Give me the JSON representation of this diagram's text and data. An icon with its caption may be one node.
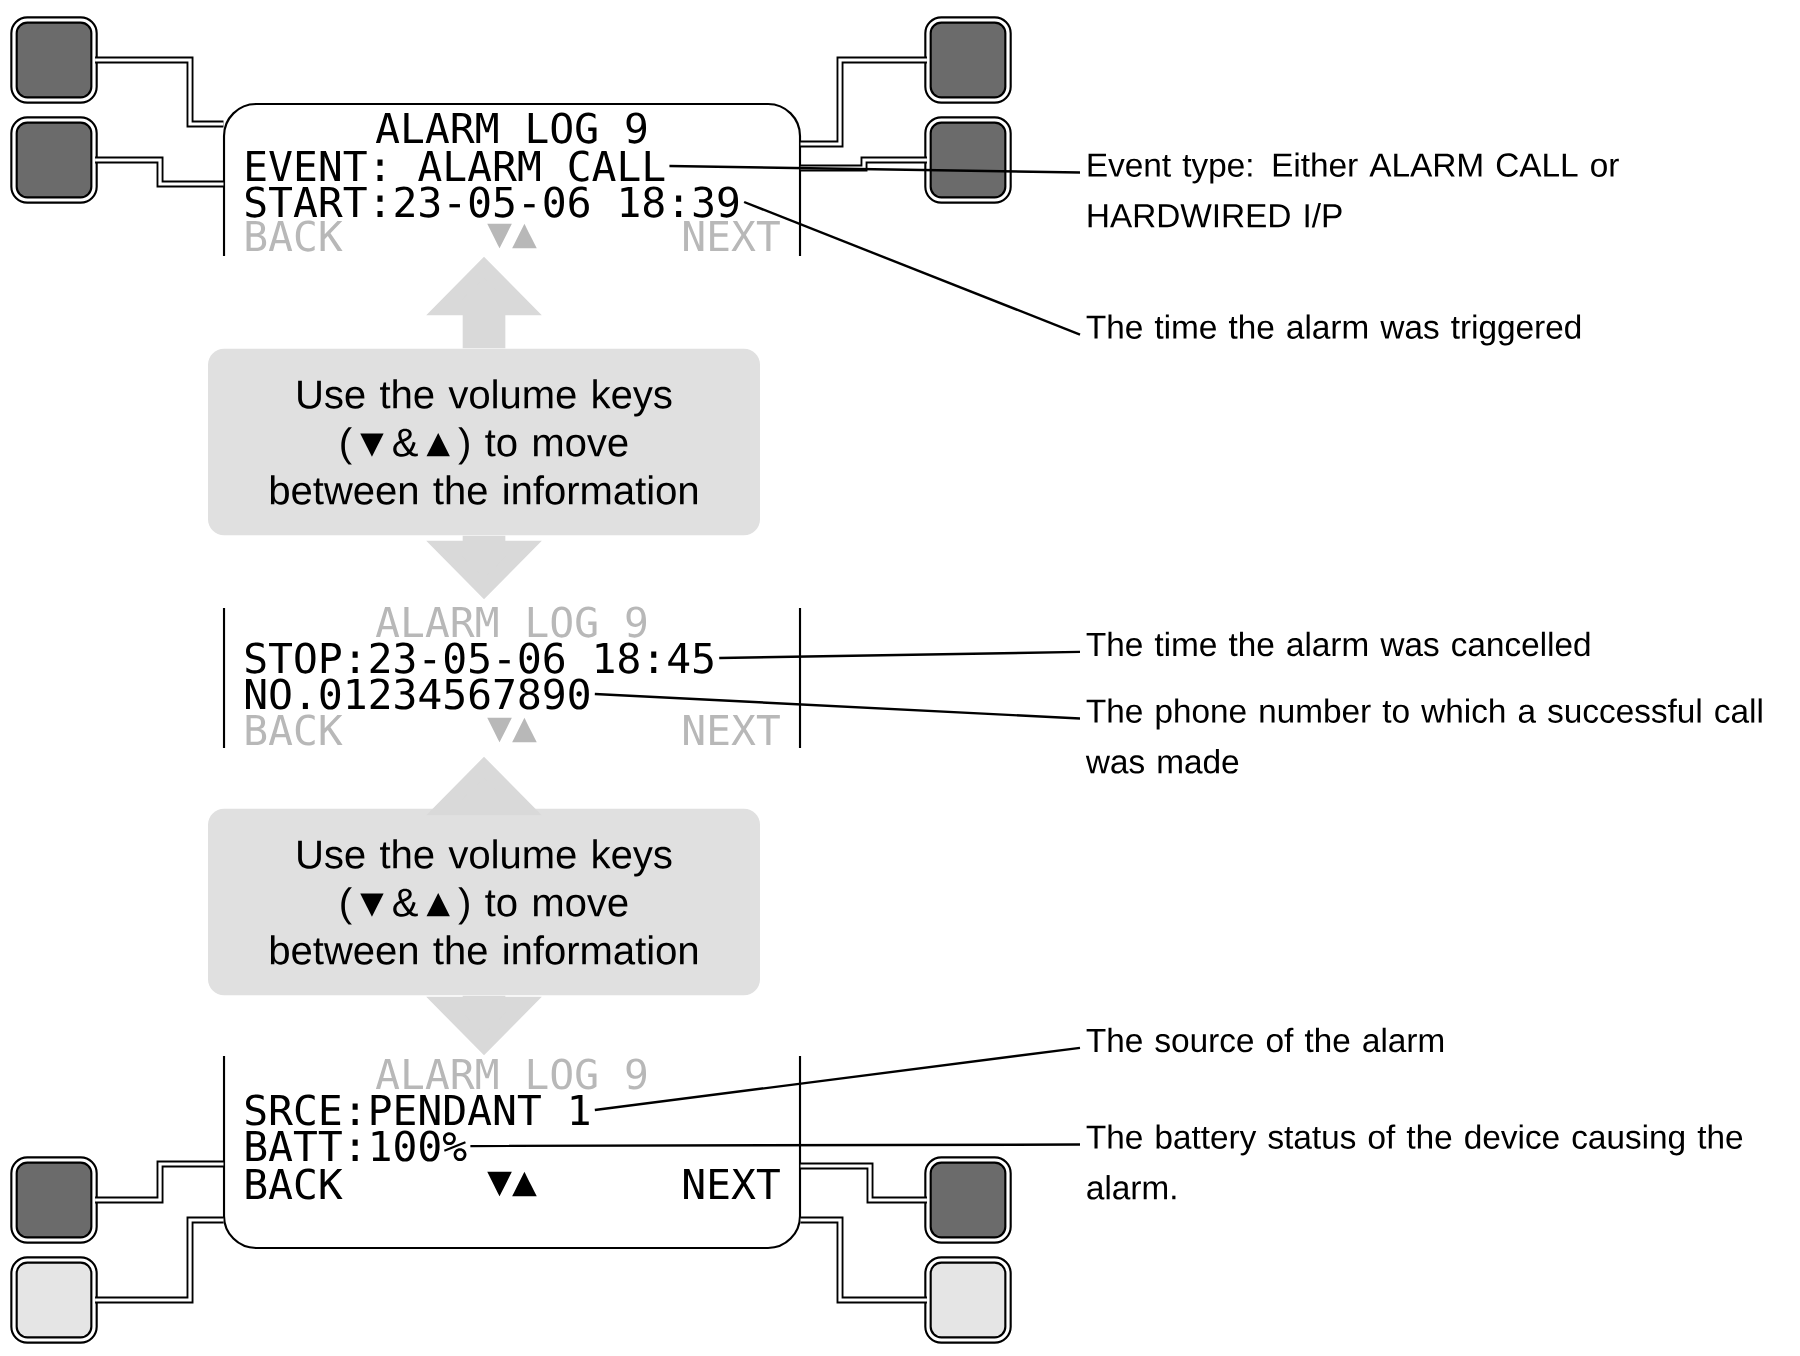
{
  "diagram": {
    "nodes": [
      {
        "text": [],
        "shape": "box"
      },
      {
        "text": [
          "ALARM LOG 9"
        ],
        "in": 0
      },
      {
        "text": [
          "EVENT: ALARM CALL"
        ],
        "in": 0
      },
      {
        "text": [
          "START:23-05-06 18:39"
        ],
        "in": 0
      },
      {
        "text": [
          "BACK"
        ],
        "in": 0
      },
      {
        "text": [
          "▼▲"
        ],
        "in": 0
      },
      {
        "text": [
          "NEXT"
        ],
        "in": 0
      },
      {
        "text": [
          "Use the volume keys (▼&▲) to move between the information"
        ]
      },
      {
        "text": [],
        "shape": "box"
      },
      {
        "text": [
          "ALARM LOG 9"
        ],
        "in": 8
      },
      {
        "text": [
          "STOP:23-05-06 18:45"
        ],
        "in": 8
      },
      {
        "text": [
          "NO.01234567890"
        ],
        "in": 8
      },
      {
        "text": [
          "BACK"
        ],
        "in": 8
      },
      {
        "text": [
          "▼▲"
        ],
        "in": 8
      },
      {
        "text": [
          "NEXT"
        ],
        "in": 8
      },
      {
        "text": [
          "Use the volume keys (▼&▲) to move between the information"
        ]
      },
      {
        "text": [],
        "shape": "box"
      },
      {
        "text": [
          "ALARM LOG 9"
        ],
        "in": 16
      },
      {
        "text": [
          "SRCE:PENDANT 1"
        ],
        "in": 16
      },
      {
        "text": [
          "BATT:100%"
        ],
        "in": 16
      },
      {
        "text": [
          "BACK"
        ],
        "in": 16
      },
      {
        "text": [
          "▼▲"
        ],
        "in": 16
      },
      {
        "text": [
          "NEXT"
        ],
        "in": 16
      },
      {
        "text": [
          "Event type: Either ALARM CALL or HARDWIRED I/P"
        ]
      },
      {
        "text": [
          "The time the alarm was triggered"
        ]
      },
      {
        "text": [
          "The time the alarm was cancelled"
        ]
      },
      {
        "text": [
          "The phone number to which a successful call was made"
        ]
      },
      {
        "text": [
          "The source of the alarm"
        ]
      },
      {
        "text": [
          "The battery status of the device causing the alarm."
        ]
      },
      {
        "text": [],
        "shape": "box"
      },
      {
        "text": [],
        "shape": "box"
      },
      {
        "text": [],
        "shape": "box"
      },
      {
        "text": [],
        "shape": "box"
      },
      {
        "text": [],
        "shape": "box"
      },
      {
        "text": [],
        "shape": "box"
      },
      {
        "text": [],
        "shape": "box"
      },
      {
        "text": [],
        "shape": "box"
      }
    ],
    "edges": [
      {
        "from": 29,
        "to": 0,
        "arrow": "none"
      },
      {
        "from": 31,
        "to": 0,
        "arrow": "none"
      },
      {
        "from": 30,
        "to": 0,
        "arrow": "none"
      },
      {
        "from": 32,
        "to": 0,
        "arrow": "none"
      },
      {
        "from": 33,
        "to": 16,
        "arrow": "none"
      },
      {
        "from": 35,
        "to": 16,
        "arrow": "none"
      },
      {
        "from": 34,
        "to": 16,
        "arrow": "none"
      },
      {
        "from": 36,
        "to": 16,
        "arrow": "none"
      },
      {
        "from": 7,
        "to": 0,
        "arrow": "to",
        "style": "thick",
        "color": "#d9d9d9"
      },
      {
        "from": 7,
        "to": 8,
        "arrow": "to",
        "style": "thick",
        "color": "#d9d9d9"
      },
      {
        "from": 15,
        "to": 8,
        "arrow": "to",
        "style": "thick",
        "color": "#d9d9d9"
      },
      {
        "from": 15,
        "to": 16,
        "arrow": "to",
        "style": "thick",
        "color": "#d9d9d9"
      },
      {
        "from": 23,
        "to": 2,
        "arrow": "none"
      },
      {
        "from": 24,
        "to": 3,
        "arrow": "none"
      },
      {
        "from": 25,
        "to": 10,
        "arrow": "none"
      },
      {
        "from": 26,
        "to": 11,
        "arrow": "none"
      },
      {
        "from": 27,
        "to": 18,
        "arrow": "none"
      },
      {
        "from": 28,
        "to": 19,
        "arrow": "none"
      }
    ]
  }
}
